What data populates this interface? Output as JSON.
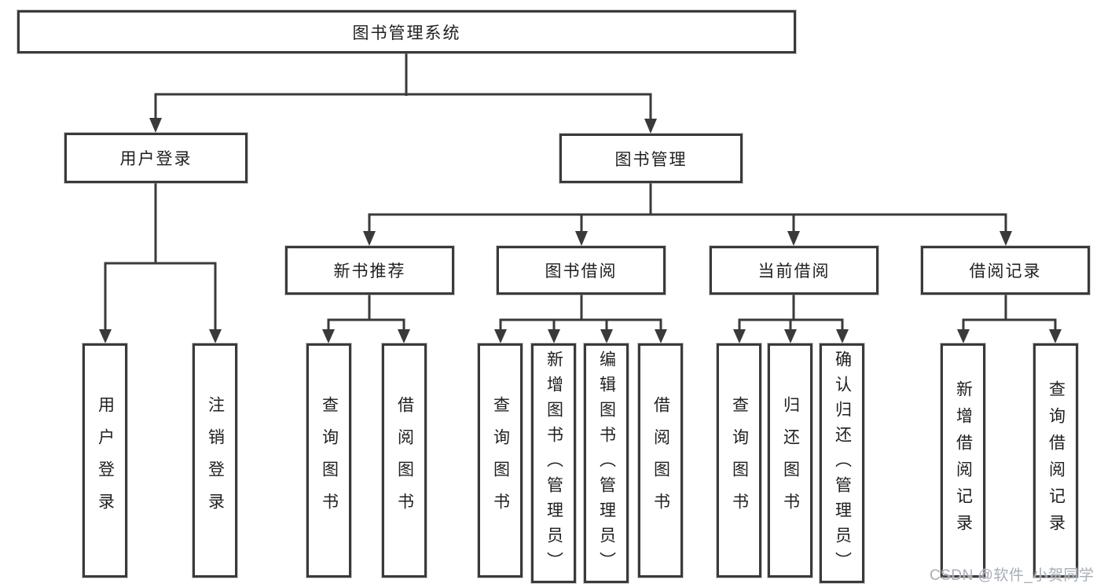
{
  "diagram": {
    "type": "hierarchy-tree",
    "root": {
      "label": "图书管理系统"
    },
    "level2": [
      {
        "label": "用户登录",
        "parent": "图书管理系统"
      },
      {
        "label": "图书管理",
        "parent": "图书管理系统"
      }
    ],
    "level3": [
      {
        "label": "新书推荐",
        "parent": "图书管理"
      },
      {
        "label": "图书借阅",
        "parent": "图书管理"
      },
      {
        "label": "当前借阅",
        "parent": "图书管理"
      },
      {
        "label": "借阅记录",
        "parent": "图书管理"
      }
    ],
    "leaves": [
      {
        "label": "用户登录",
        "parent": "用户登录"
      },
      {
        "label": "注销登录",
        "parent": "用户登录"
      },
      {
        "label": "查询图书",
        "parent": "新书推荐"
      },
      {
        "label": "借阅图书",
        "parent": "新书推荐"
      },
      {
        "label": "查询图书",
        "parent": "图书借阅"
      },
      {
        "label": "新增图书（管理员）",
        "parent": "图书借阅"
      },
      {
        "label": "编辑图书（管理员）",
        "parent": "图书借阅"
      },
      {
        "label": "借阅图书",
        "parent": "图书借阅"
      },
      {
        "label": "查询图书",
        "parent": "当前借阅"
      },
      {
        "label": "归还图书",
        "parent": "当前借阅"
      },
      {
        "label": "确认归还（管理员）",
        "parent": "当前借阅"
      },
      {
        "label": "新增借阅记录",
        "parent": "借阅记录"
      },
      {
        "label": "查询借阅记录",
        "parent": "借阅记录"
      }
    ]
  },
  "watermark": {
    "text": "CSDN @软件_小贺同学"
  },
  "colors": {
    "background": "#ffffff",
    "line": "#3a3a3a",
    "box_border": "#3a3a3a",
    "box_fill": "#ffffff",
    "text": "#1f1f1f",
    "watermark": "#a7adb6"
  }
}
